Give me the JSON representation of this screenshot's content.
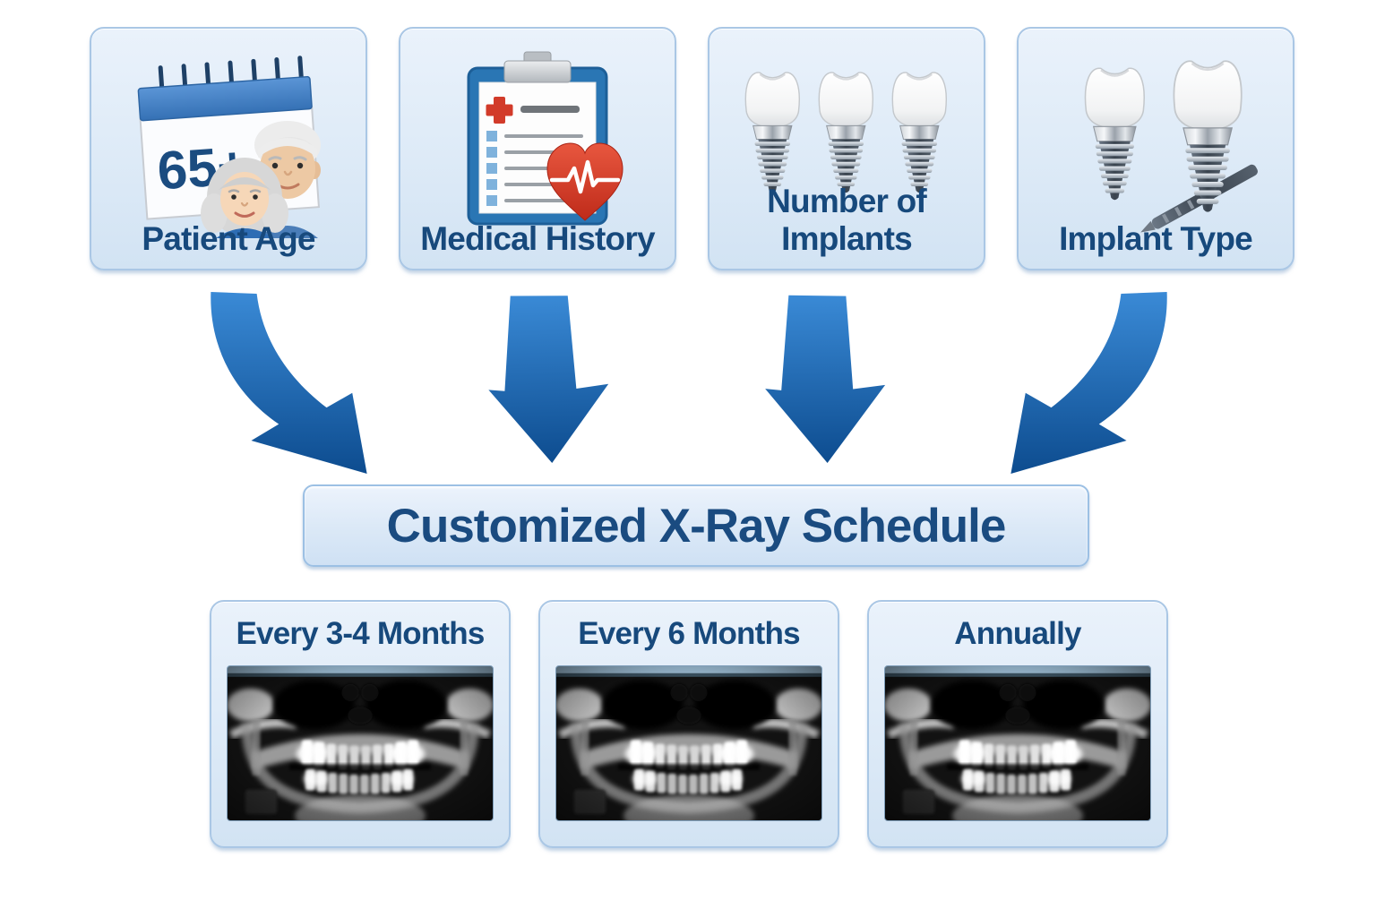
{
  "factors": [
    {
      "label": "Patient Age",
      "badge": "65+",
      "icon": "calendar-65-plus-senior-couple-icon"
    },
    {
      "label": "Medical History",
      "icon": "medical-clipboard-heart-icon"
    },
    {
      "label": "Number of Implants",
      "icon": "three-dental-implants-icon"
    },
    {
      "label": "Implant Type",
      "icon": "two-dental-implants-with-screw-icon"
    }
  ],
  "center": {
    "label": "Customized X-Ray Schedule"
  },
  "schedules": [
    {
      "label": "Every 3-4 Months",
      "image": "panoramic-dental-xray"
    },
    {
      "label": "Every 6 Months",
      "image": "panoramic-dental-xray"
    },
    {
      "label": "Annually",
      "image": "panoramic-dental-xray"
    }
  ],
  "colors": {
    "card_fill_top": "#eaf2fb",
    "card_fill_bottom": "#d2e3f3",
    "card_border": "#aac7e5",
    "heading_text": "#17497c",
    "arrow_top": "#3a8ad6",
    "arrow_bottom": "#0d4c8f",
    "accent_red": "#d23b2a",
    "calendar_blue": "#4a86c8",
    "clipboard_blue": "#2a76b4"
  }
}
